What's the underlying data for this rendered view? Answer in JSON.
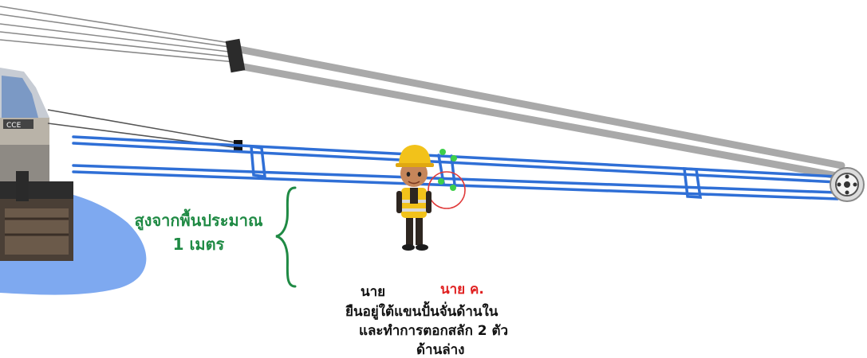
{
  "height_note": {
    "line1": "สูงจากพื้นประมาณ",
    "line2": "1 เมตร"
  },
  "caption": {
    "prefix": "นาย",
    "worker_name": "นาย ค.",
    "line2": "ยืนอยู่ใต้แขนปั้นจั่นด้านใน",
    "line3": "และทำการตอกสลัก 2 ตัว",
    "line4": "ด้านล่าง"
  },
  "colors": {
    "boom_blue": "#2f6fd6",
    "height_green": "#1f8a44",
    "worker_name_red": "#e02020",
    "highlight_circle": "#e03a3a",
    "pin_markers": "#3ecf4a",
    "water": "#7ea9f0"
  },
  "icons": {
    "worker": "construction-worker-illustration",
    "crane_cab": "crane-cab-icon",
    "pulley": "boom-tip-pulley-icon",
    "brace": "curly-brace-icon"
  }
}
